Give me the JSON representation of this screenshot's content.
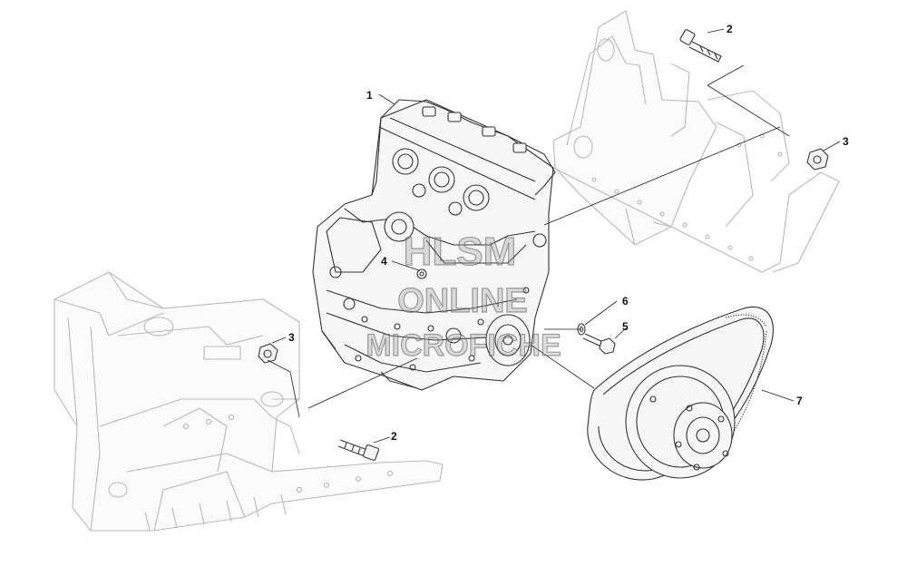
{
  "callouts": [
    {
      "id": "c1",
      "label": "1"
    },
    {
      "id": "c2a",
      "label": "2"
    },
    {
      "id": "c3a",
      "label": "3"
    },
    {
      "id": "c4",
      "label": "4"
    },
    {
      "id": "c3b",
      "label": "3"
    },
    {
      "id": "c6",
      "label": "6"
    },
    {
      "id": "c5",
      "label": "5"
    },
    {
      "id": "c2b",
      "label": "2"
    },
    {
      "id": "c7",
      "label": "7"
    }
  ],
  "watermark": {
    "line1": "HLSM",
    "line2": "ONLINE",
    "line3": "MICROFICHE"
  },
  "colors": {
    "line": "#333333",
    "frame": "#b9b9b9",
    "background": "#ffffff"
  }
}
